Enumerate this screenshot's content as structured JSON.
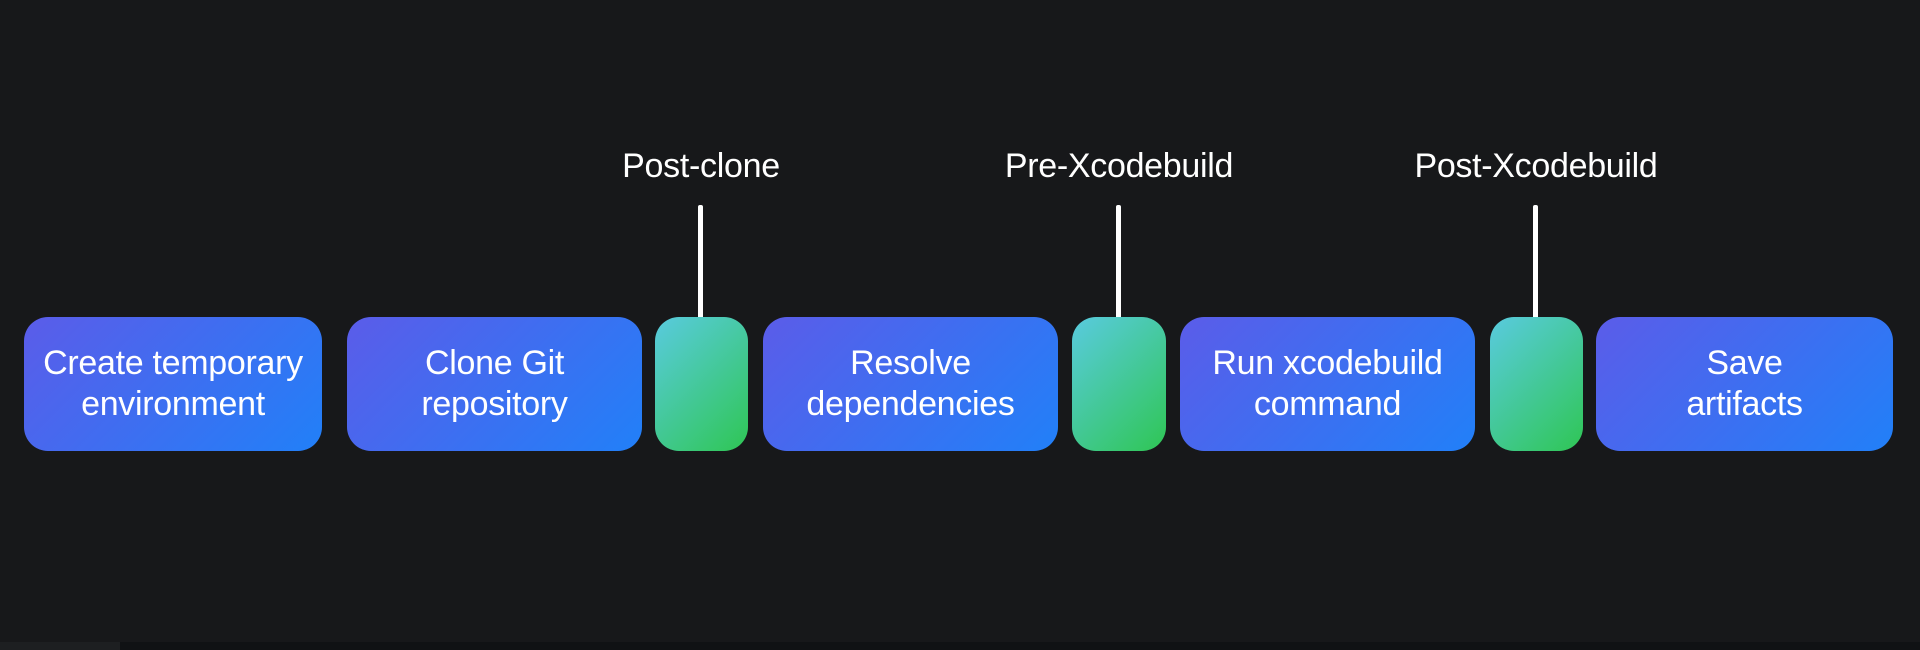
{
  "diagram": {
    "description_kind": "xcode-cloud-build-pipeline",
    "steps": [
      {
        "id": "create-environment",
        "kind": "task",
        "label": "Create temporary\nenvironment"
      },
      {
        "id": "clone-repository",
        "kind": "task",
        "label": "Clone Git\nrepository"
      },
      {
        "id": "post-clone-slot",
        "kind": "hook",
        "label": ""
      },
      {
        "id": "resolve-dependencies",
        "kind": "task",
        "label": "Resolve\ndependencies"
      },
      {
        "id": "pre-xcodebuild-slot",
        "kind": "hook",
        "label": ""
      },
      {
        "id": "run-xcodebuild",
        "kind": "task",
        "label": "Run xcodebuild\ncommand"
      },
      {
        "id": "post-xcodebuild-slot",
        "kind": "hook",
        "label": ""
      },
      {
        "id": "save-artifacts",
        "kind": "task",
        "label": "Save\nartifacts"
      }
    ],
    "hooks": [
      {
        "label": "Post-clone"
      },
      {
        "label": "Pre-Xcodebuild"
      },
      {
        "label": "Post-Xcodebuild"
      }
    ]
  },
  "colors": {
    "background": "#17181A",
    "task-grad-start": "#5B5CE9",
    "task-grad-end": "#2180F8",
    "hook-grad-start": "#59CBDF",
    "hook-grad-end": "#2FC654",
    "text": "#FFFFFF",
    "connector": "#FFFFFF",
    "bottom-bar": "#101214",
    "bottom-bar-progress": "#1D1F21"
  }
}
